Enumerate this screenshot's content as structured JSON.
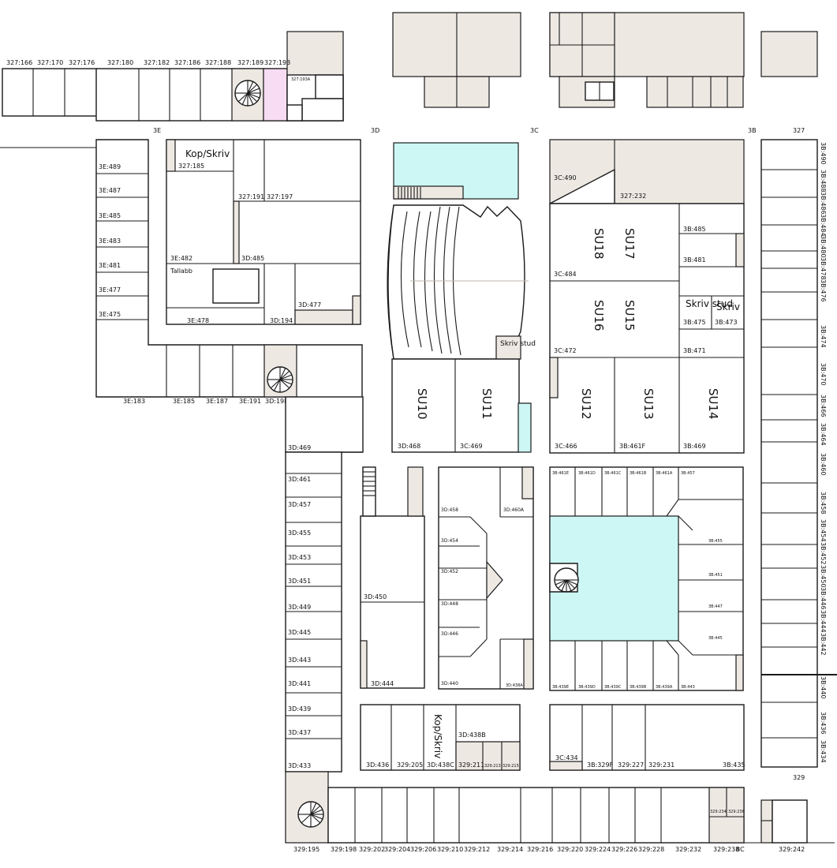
{
  "sections": {
    "s3E": "3E",
    "s3D": "3D",
    "s3C": "3C",
    "s3B": "3B",
    "s327": "327",
    "s329": "329"
  },
  "top_strip": [
    "327:166",
    "327:170",
    "327:176",
    "327:180",
    "327:182",
    "327:186",
    "327:188",
    "327:189",
    "327:193",
    "327:193A"
  ],
  "rooms_3E": {
    "kop_skriv": "Kop/Skriv",
    "r185": "327:185",
    "r191": "327:191",
    "r197": "327:197",
    "e489": "3E:489",
    "e487": "3E:487",
    "e485": "3E:485",
    "e483": "3E:483",
    "e481": "3E:481",
    "e477": "3E:477",
    "e475": "3E:475",
    "e482": "3E:482",
    "d485": "3D:485",
    "tallabb": "Tallabb",
    "e478": "3E:478",
    "d194": "3D:194",
    "d477": "3D:477",
    "e183": "3E:183",
    "e185": "3E:185",
    "e187": "3E:187",
    "e191": "3E:191",
    "d198": "3D:198"
  },
  "auditorium": {
    "skriv_stud": "Skriv stud"
  },
  "su_rooms": {
    "su10": "SU10",
    "su11": "SU11",
    "su12": "SU12",
    "su13": "SU13",
    "su14": "SU14",
    "su15": "SU15",
    "su16": "SU16",
    "su17": "SU17",
    "su18": "SU18"
  },
  "rooms_3C": {
    "c490": "3C:490",
    "r232": "327:232",
    "c484": "3C:484",
    "c472": "3C:472",
    "b485": "3B:485",
    "b481": "3B:481",
    "skriv_stud": "Skriv stud",
    "skriv": "Skriv",
    "b475": "3B:475",
    "b473": "3B:473",
    "b471": "3B:471",
    "d468": "3D:468",
    "c469": "3C:469",
    "c466": "3C:466",
    "b461f": "3B:461F",
    "b469": "3B:469"
  },
  "rooms_3D": {
    "d469": "3D:469",
    "d461": "3D:461",
    "d457": "3D:457",
    "d455": "3D:455",
    "d453": "3D:453",
    "d451": "3D:451",
    "d449": "3D:449",
    "d445": "3D:445",
    "d443": "3D:443",
    "d441": "3D:441",
    "d439": "3D:439",
    "d437": "3D:437",
    "d433": "3D:433",
    "d450": "3D:450",
    "d444": "3D:444",
    "d458": "3D:458",
    "d460a": "3D:460A",
    "d454": "3D:454",
    "d452": "3D:452",
    "d448": "3D:448",
    "d446": "3D:446",
    "d440": "3D:440",
    "d438a": "3D:438A"
  },
  "rooms_3B_inner": {
    "b461e": "3B:461E",
    "b461d": "3B:461D",
    "b461c": "3B:461C",
    "b461b": "3B:461B",
    "b461a": "3B:461A",
    "b457": "3B:457",
    "b455": "3B:455",
    "b451": "3B:451",
    "b447": "3B:447",
    "b445": "3B:445",
    "b439e": "3B:439E",
    "b439d": "3B:439D",
    "b439c": "3B:439C",
    "b439b": "3B:439B",
    "b439a": "3B:439A",
    "b443": "3B:443"
  },
  "bottom_row": {
    "d436": "3D:436",
    "r205": "329:205",
    "d438c": "3D:438C",
    "r211": "329:211",
    "r213": "329:213",
    "r215": "329:215",
    "kop_skriv": "Kop/Skriv",
    "d438b": "3D:438B",
    "c434": "3C:434",
    "b329f": "3B:329F",
    "r227": "329:227",
    "r231": "329:231",
    "b435": "3B:435"
  },
  "bottom_strip": [
    "329:195",
    "329:198",
    "329:202",
    "329:204",
    "329:206",
    "329:210",
    "329:212",
    "329:214",
    "329:216",
    "329:220",
    "329:224",
    "329:226",
    "329:228",
    "329:232",
    "329:238",
    "8C",
    "329:242",
    "329:234",
    "329:236"
  ],
  "right_column": [
    "3B:490",
    "3B:488",
    "3B:486",
    "3B:484",
    "3B:480",
    "3B:478",
    "3B:476",
    "3B:474",
    "3B:470",
    "3B:466",
    "3B:464",
    "3B:460",
    "3B:458",
    "3B:454",
    "3B:452",
    "3B:450",
    "3B:446",
    "3B:444",
    "3B:442",
    "3B:440",
    "3B:436",
    "3B:434"
  ]
}
